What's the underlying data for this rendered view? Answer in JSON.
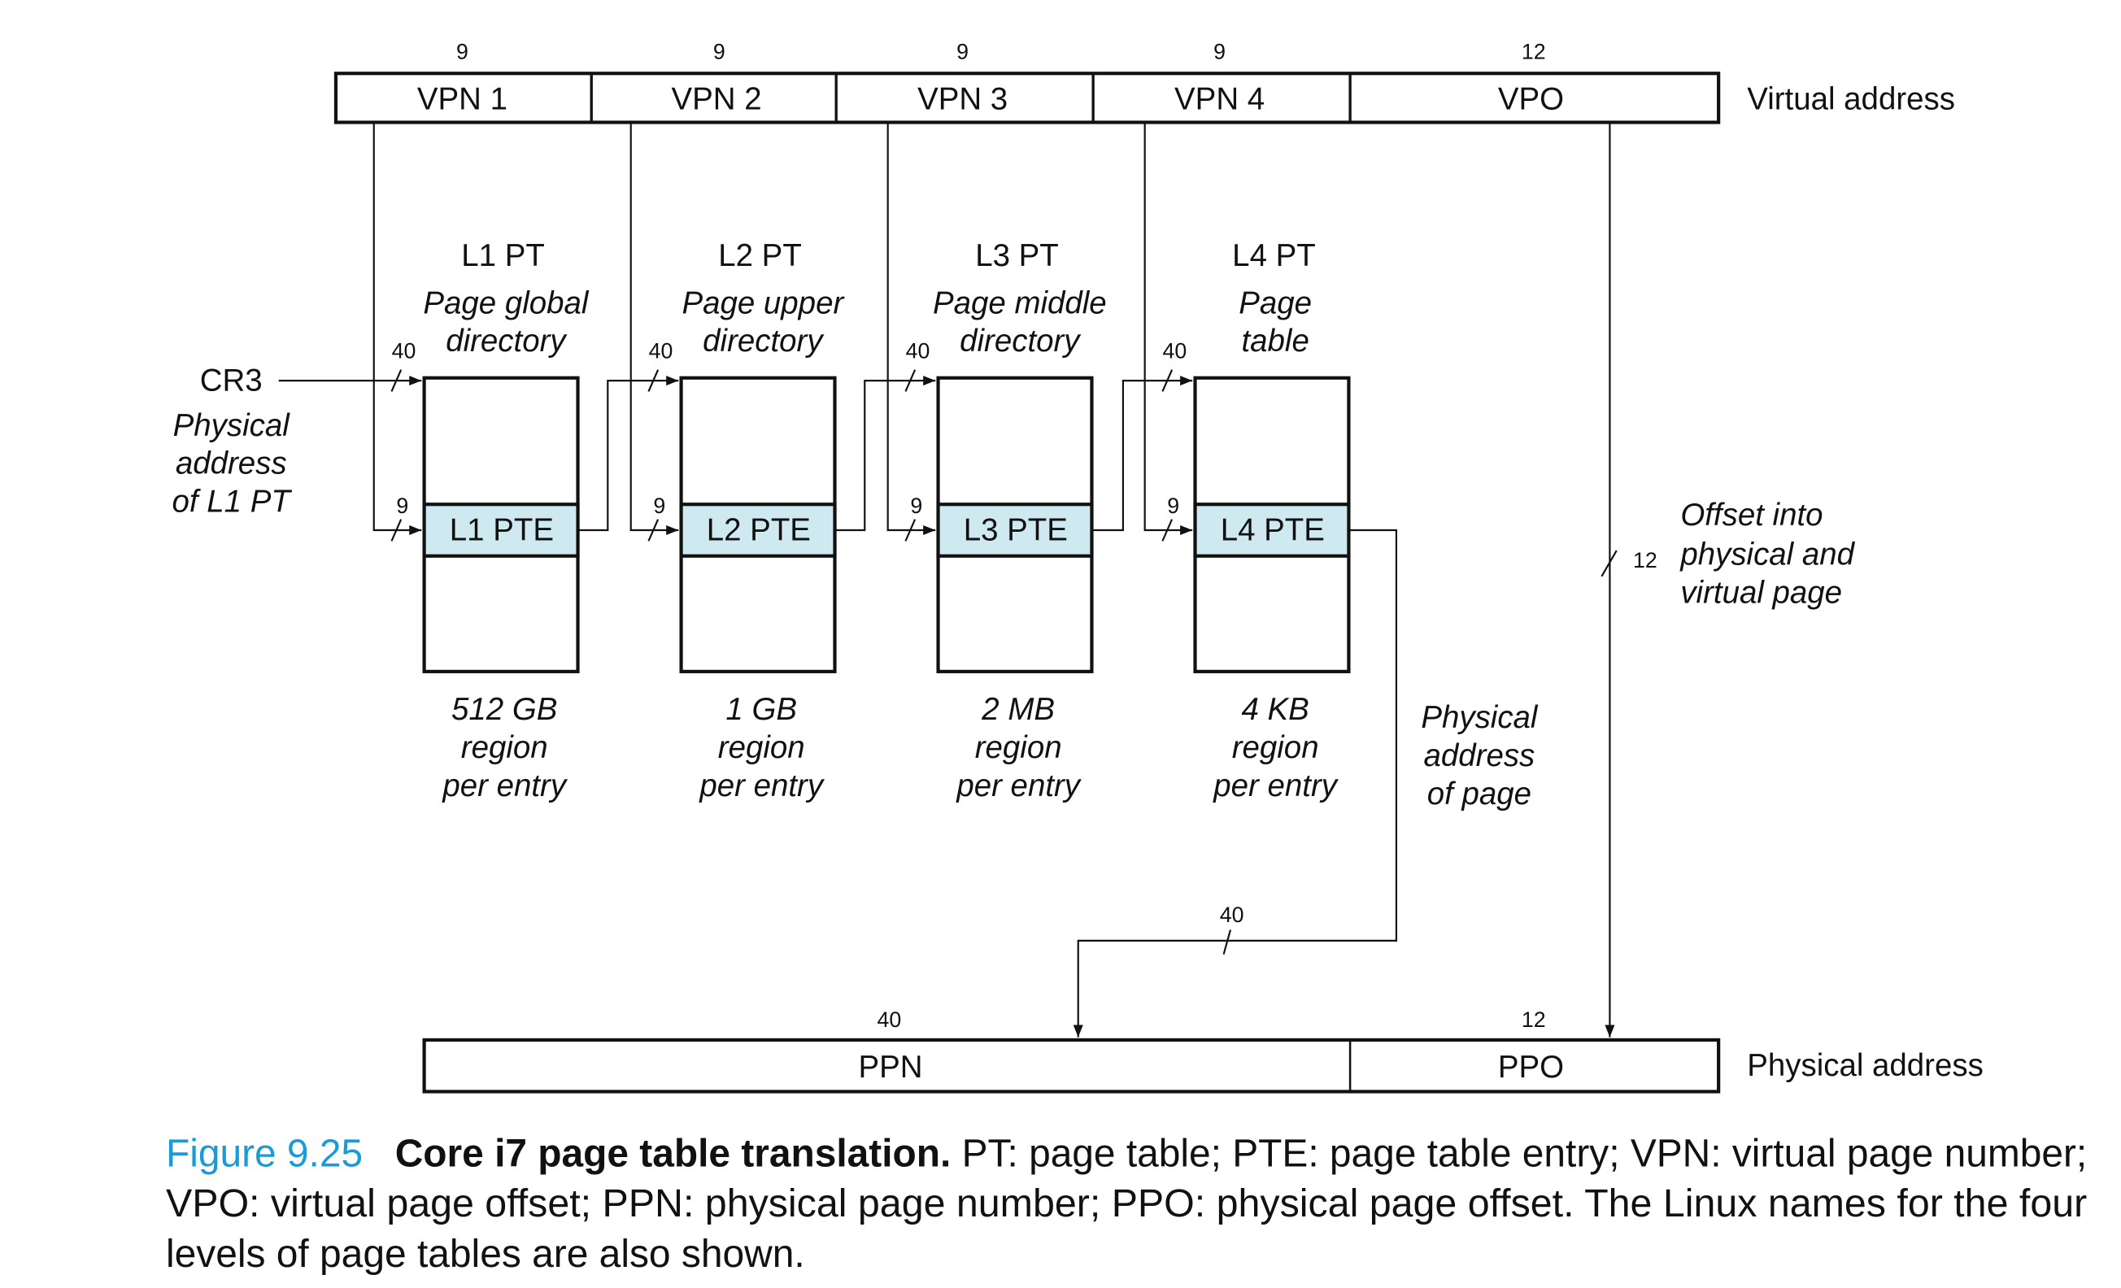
{
  "virtual_address": {
    "label": "Virtual address",
    "fields": [
      {
        "name": "VPN 1",
        "bits": "9"
      },
      {
        "name": "VPN 2",
        "bits": "9"
      },
      {
        "name": "VPN 3",
        "bits": "9"
      },
      {
        "name": "VPN 4",
        "bits": "9"
      },
      {
        "name": "VPO",
        "bits": "12"
      }
    ]
  },
  "cr3": {
    "label": "CR3",
    "desc": [
      "Physical",
      "address",
      "of L1 PT"
    ]
  },
  "tables": [
    {
      "title": "L1 PT",
      "linux": [
        "Page global",
        "directory"
      ],
      "entry": "L1 PTE",
      "region": [
        "512 GB",
        "region",
        "per entry"
      ],
      "base_bits": "40",
      "index_bits": "9"
    },
    {
      "title": "L2 PT",
      "linux": [
        "Page upper",
        "directory"
      ],
      "entry": "L2 PTE",
      "region": [
        "1 GB",
        "region",
        "per entry"
      ],
      "base_bits": "40",
      "index_bits": "9"
    },
    {
      "title": "L3 PT",
      "linux": [
        "Page middle",
        "directory"
      ],
      "entry": "L3 PTE",
      "region": [
        "2 MB",
        "region",
        "per entry"
      ],
      "base_bits": "40",
      "index_bits": "9"
    },
    {
      "title": "L4 PT",
      "linux": [
        "Page",
        "table"
      ],
      "entry": "L4 PTE",
      "region": [
        "4 KB",
        "region",
        "per entry"
      ],
      "base_bits": "40",
      "index_bits": "9"
    }
  ],
  "page_address": {
    "desc": [
      "Physical",
      "address",
      "of page"
    ],
    "bits": "40"
  },
  "offset": {
    "desc": [
      "Offset into",
      "physical and",
      "virtual page"
    ],
    "bits": "12"
  },
  "physical_address": {
    "label": "Physical address",
    "fields": [
      {
        "name": "PPN",
        "bits": "40"
      },
      {
        "name": "PPO",
        "bits": "12"
      }
    ]
  },
  "caption": {
    "figure": "Figure 9.25",
    "title": "Core i7 page table translation.",
    "line1_rest": " PT: page table; PTE: page table entry; VPN: virtual page number;",
    "line2": "VPO: virtual page offset; PPN: physical page number; PPO: physical page offset. The Linux names for the four",
    "line3": "levels of page tables are also shown."
  },
  "colors": {
    "pte_fill": "#cfe9f0",
    "figure_blue": "#1a9bd7"
  }
}
